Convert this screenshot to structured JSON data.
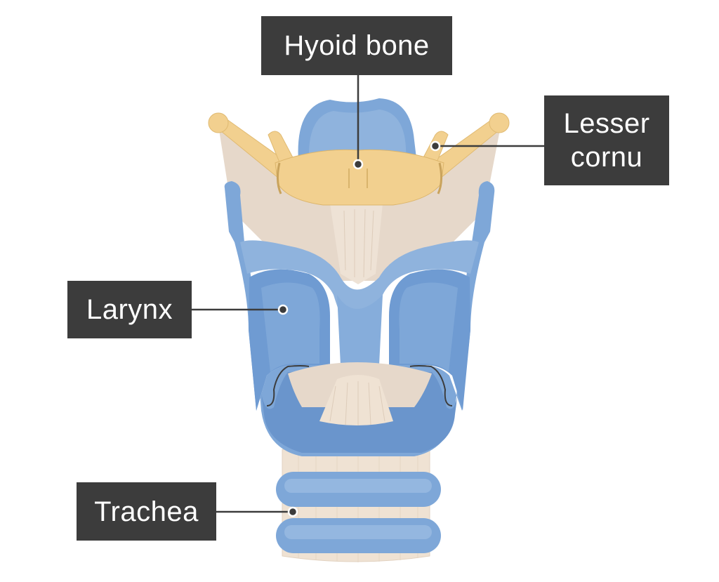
{
  "labels": {
    "hyoid_bone": "Hyoid bone",
    "lesser_cornu_line1": "Lesser",
    "lesser_cornu_line2": "cornu",
    "larynx": "Larynx",
    "trachea": "Trachea"
  },
  "colors": {
    "label_background": "#3c3c3c",
    "label_text": "#ffffff",
    "leader_line": "#3c3c3c",
    "cartilage_blue": "#7ea7d8",
    "cartilage_dark_blue": "#6a95cc",
    "hyoid_yellow": "#f2d08f",
    "membrane_tan": "#e9dccd",
    "trachea_tan": "#efe2d3"
  }
}
